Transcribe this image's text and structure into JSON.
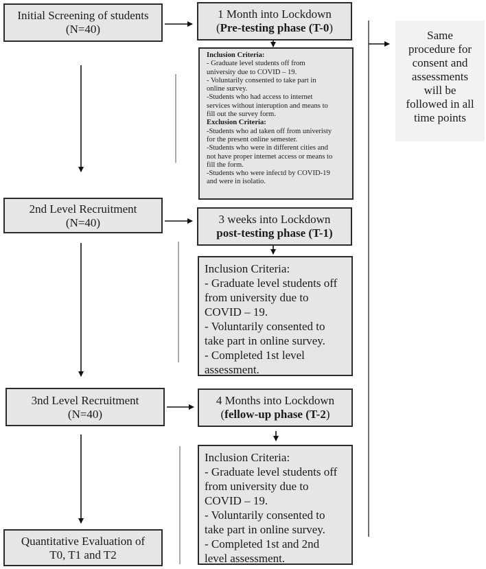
{
  "left_column": {
    "screening": {
      "line1": "Initial Screening of students",
      "line2": "(N=40)"
    },
    "level2": {
      "line1": "2nd Level Recruitment",
      "line2": "(N=40)"
    },
    "level3": {
      "line1": "3nd Level Recruitment",
      "line2": "(N=40)"
    },
    "evaluation": {
      "line1": "Quantitative Evaluation of",
      "line2": "T0, T1 and T2"
    }
  },
  "phases": {
    "t0": {
      "line1": "1 Month into Lockdown",
      "open": "(",
      "bold": "Pre-testing phase (T-0",
      "close": ")"
    },
    "t1": {
      "line1": "3 weeks into Lockdown",
      "bold": "post-testing phase (T-1)"
    },
    "t2": {
      "line1": "4 Months into Lockdown",
      "open": "(",
      "bold": "fellow-up phase (T-2",
      "close": ")"
    }
  },
  "criteria_t0": {
    "inclusion_header": "Inclusion Criteria:",
    "inclusion": [
      "- Graduate level students off from",
      "university due to COVID – 19.",
      "- Voluntarily consented to take part in",
      "online survey.",
      "-Students who had access to internet",
      "services without interuption and means to",
      "fill out the survey form."
    ],
    "exclusion_header": "Exclusion Criteria:",
    "exclusion": [
      "-Students who ad taken off from univeristy",
      "for the present online semester.",
      "-Students who were in different cities and",
      "not have proper internet access or means to",
      "fill the form.",
      "-Students who were infectd by COVID-19",
      "and were in isolatio."
    ]
  },
  "criteria_t1": [
    "Inclusion Criteria:",
    "- Graduate level students off",
    "from university due to",
    "COVID – 19.",
    "- Voluntarily consented to",
    "take part in online survey.",
    "- Completed 1st level",
    "assessment."
  ],
  "criteria_t2": [
    "Inclusion Criteria:",
    "- Graduate level students off",
    "from university due to",
    "COVID – 19.",
    "- Voluntarily consented to",
    "take part in online survey.",
    "- Completed 1st and 2nd",
    "level assessment."
  ],
  "side_note": [
    "Same",
    "procedure for",
    "consent and",
    "assessments",
    "will be",
    "followed in all",
    "time points"
  ]
}
